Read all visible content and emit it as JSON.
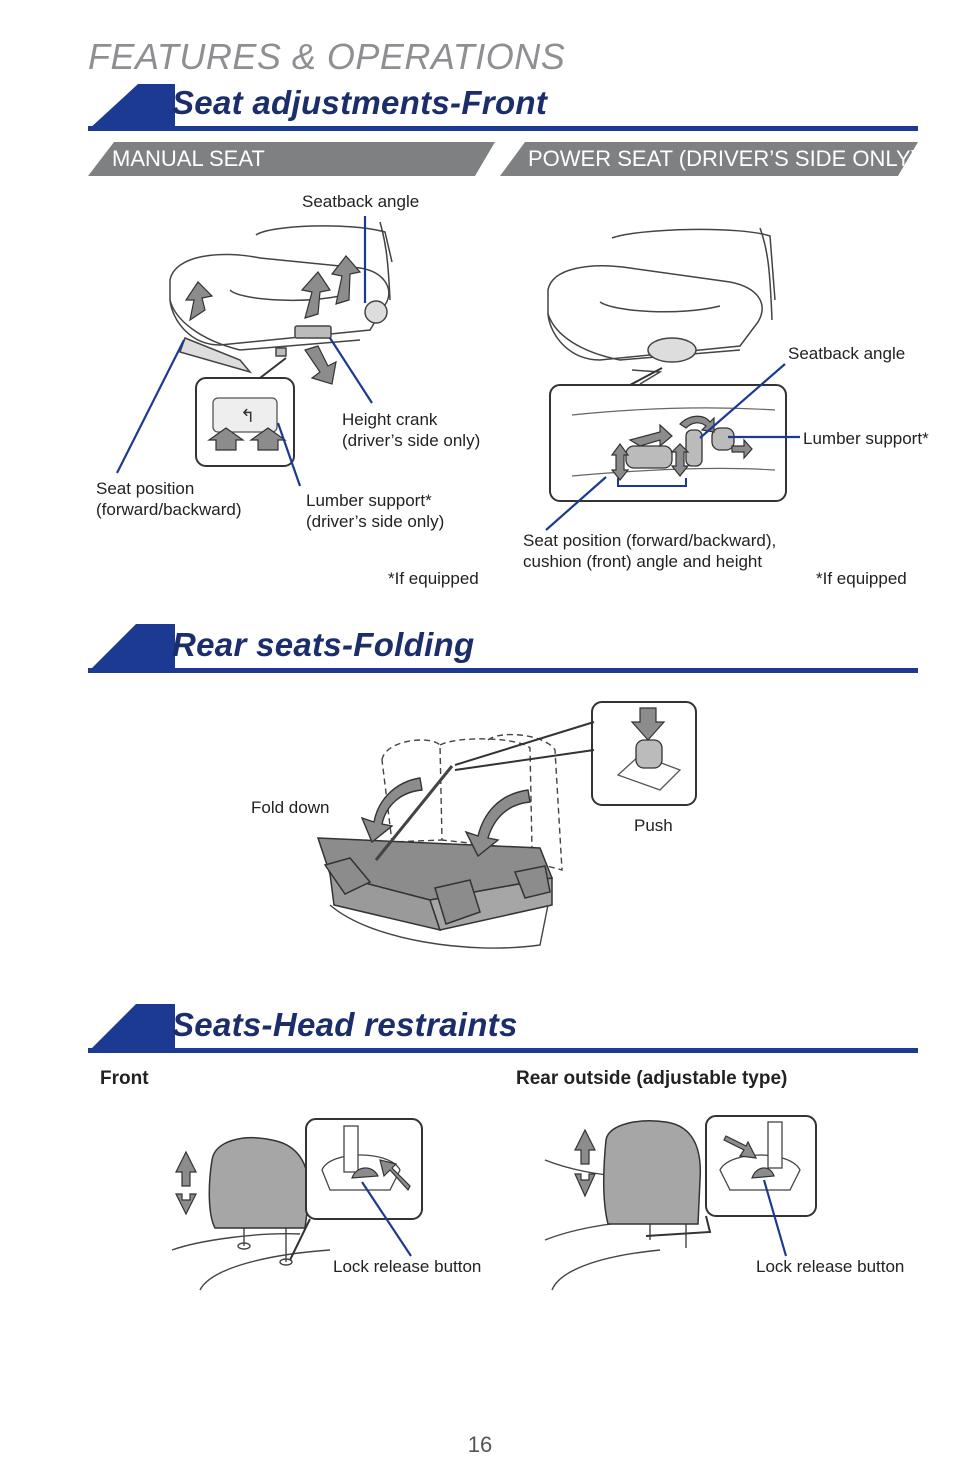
{
  "header": {
    "title": "FEATURES & OPERATIONS"
  },
  "sections": {
    "seat_adjustments": {
      "title": "Seat adjustments-Front",
      "manual_tab": "MANUAL SEAT",
      "power_tab": "POWER SEAT (DRIVER’S SIDE ONLY)",
      "manual_labels": {
        "seatback_angle": "Seatback angle",
        "height_crank": "Height crank\n(driver’s side only)",
        "seat_position": "Seat position\n(forward/backward)",
        "lumber_support": "Lumber support*\n(driver’s side only)",
        "if_equipped": "*If equipped"
      },
      "power_labels": {
        "seatback_angle": "Seatback angle",
        "lumber_support": "Lumber support*",
        "seat_position": "Seat position (forward/backward),\ncushion (front) angle and height",
        "if_equipped": "*If equipped"
      }
    },
    "rear_folding": {
      "title": "Rear seats-Folding",
      "fold_down": "Fold down",
      "push": "Push"
    },
    "head_restraints": {
      "title": "Seats-Head restraints",
      "front_label": "Front",
      "rear_label": "Rear outside (adjustable type)",
      "front_lock": "Lock release button",
      "rear_lock": "Lock release button"
    }
  },
  "footer": {
    "page_number": "16"
  },
  "colors": {
    "brand_blue": "#1d3a93",
    "tab_gray": "#7f8081",
    "arrow_gray": "#8c8c8c"
  }
}
